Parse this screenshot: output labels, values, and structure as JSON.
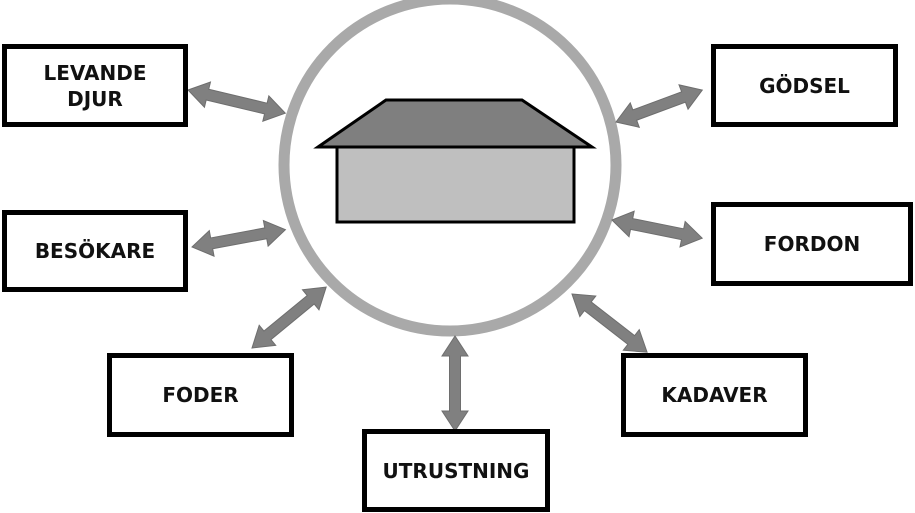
{
  "colors": {
    "circle_stroke": "#a9a9a9",
    "arrow_fill": "#808080",
    "roof_fill": "#7f7f7f",
    "wall_fill": "#bfbfbf",
    "box_border": "#000000"
  },
  "center": {
    "icon": "barn-house-icon"
  },
  "nodes": {
    "levande_djur": {
      "label": "LEVANDE\nDJUR"
    },
    "besokare": {
      "label": "BESÖKARE"
    },
    "foder": {
      "label": "FODER"
    },
    "utrustning": {
      "label": "UTRUSTNING"
    },
    "kadaver": {
      "label": "KADAVER"
    },
    "fordon": {
      "label": "FORDON"
    },
    "godsel": {
      "label": "GÖDSEL"
    }
  },
  "arrow_icon": "double-headed-arrow-icon"
}
